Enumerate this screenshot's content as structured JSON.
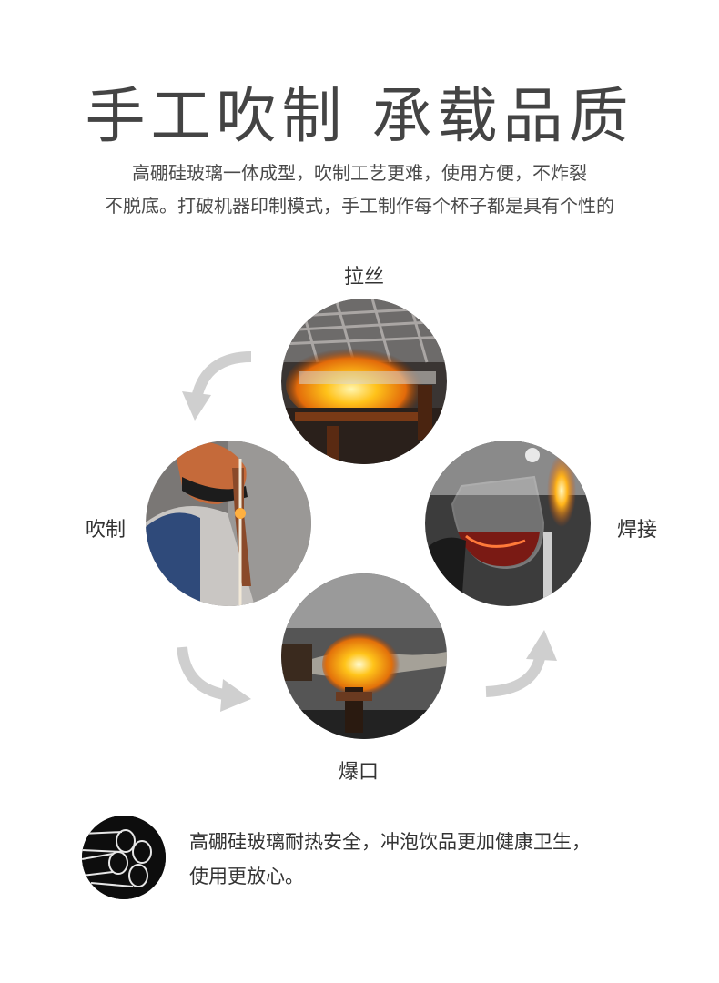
{
  "header": {
    "title": "手工吹制 承载品质",
    "subtitle_line1": "高硼硅玻璃一体成型，吹制工艺更难，使用方便，不炸裂",
    "subtitle_line2": "不脱底。打破机器印制模式，手工制作每个杯子都是具有个性的"
  },
  "steps": {
    "top": "拉丝",
    "left": "吹制",
    "right": "焊接",
    "bottom": "爆口"
  },
  "footer": {
    "line1": "高硼硅玻璃耐热安全，冲泡饮品更加健康卫生，",
    "line2": "使用更放心。"
  },
  "colors": {
    "arrow": "#cfcfcf",
    "flame": "#f5a21a",
    "background": "#ffffff"
  }
}
